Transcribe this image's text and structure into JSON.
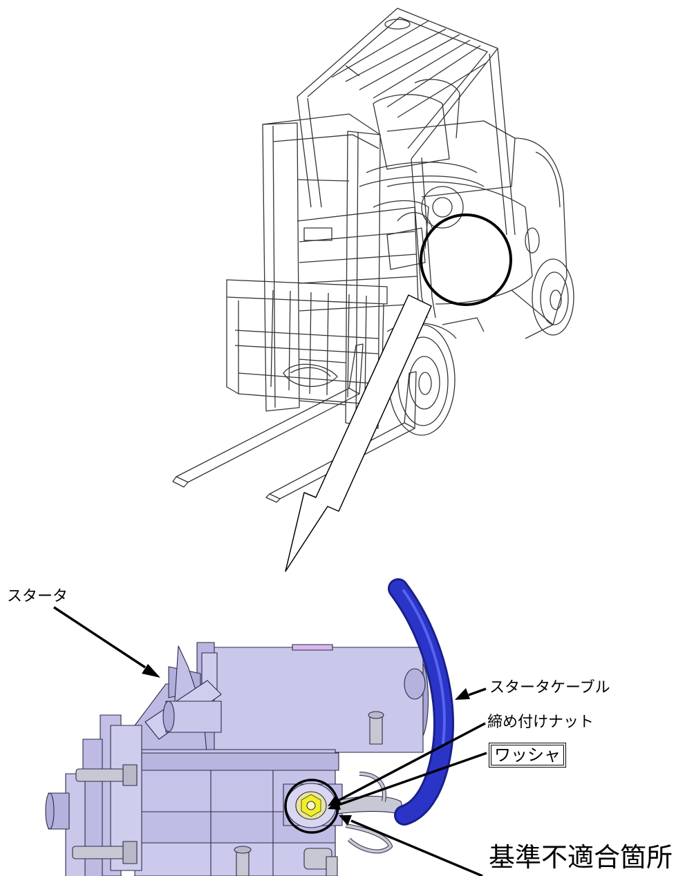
{
  "labels": {
    "starter": "スタータ",
    "starter_cable": "スタータケーブル",
    "tightening_nut": "締め付けナット",
    "washer": "ワッシャ",
    "nonconforming_location": "基準不適合箇所"
  },
  "colors": {
    "starter_body": "#c9c7ea",
    "starter_shade": "#a9a6d4",
    "cable": "#2a35c8",
    "nut": "#f2ee2a",
    "outline": "#000000"
  },
  "icons": [
    "forklift-drawing",
    "zoom-arrow",
    "highlight-circle",
    "starter-motor-drawing",
    "starter-cable",
    "nut-washer-assembly"
  ]
}
